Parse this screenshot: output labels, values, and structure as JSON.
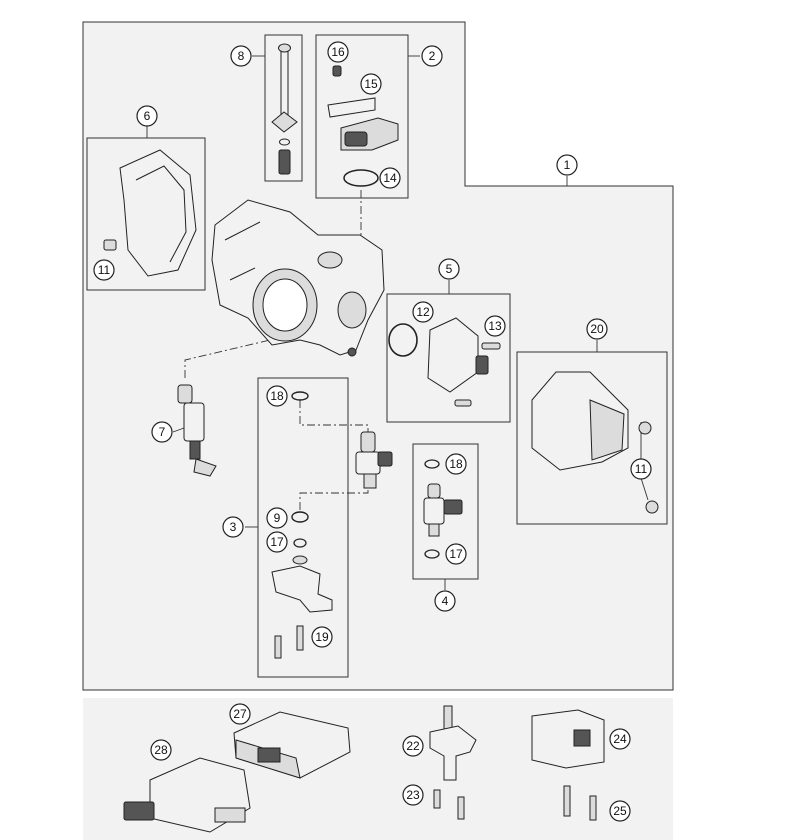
{
  "callouts": {
    "c1": "1",
    "c2": "2",
    "c3": "3",
    "c4": "4",
    "c5": "5",
    "c6": "6",
    "c7": "7",
    "c8": "8",
    "c9": "9",
    "c11a": "11",
    "c11b": "11",
    "c12": "12",
    "c13": "13",
    "c14": "14",
    "c15": "15",
    "c16": "16",
    "c17a": "17",
    "c17b": "17",
    "c18a": "18",
    "c18b": "18",
    "c19": "19",
    "c20": "20",
    "c22": "22",
    "c23": "23",
    "c24": "24",
    "c25": "25",
    "c27": "27",
    "c28": "28"
  },
  "colors": {
    "line": "#333333",
    "panel_bottom": "#f2f2f2",
    "part_fill": "#f2f2f2",
    "part_shade": "#dcdcdc"
  }
}
